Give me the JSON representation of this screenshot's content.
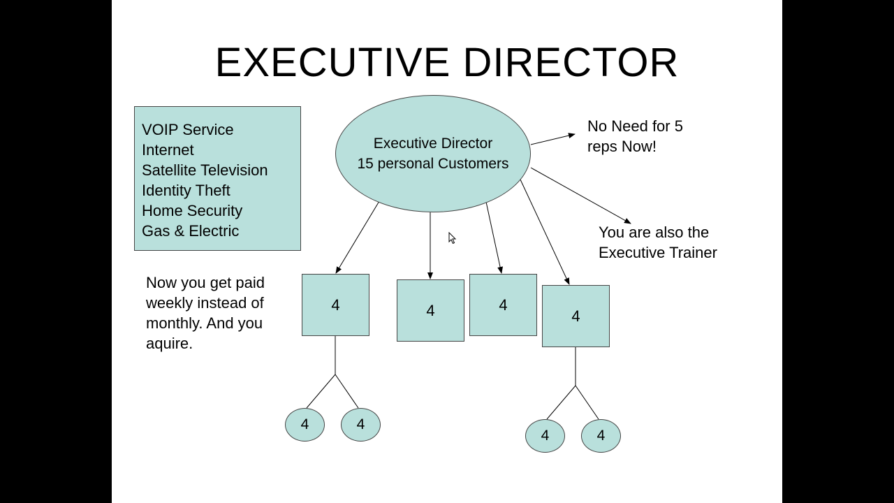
{
  "slide": {
    "title": "EXECUTIVE DIRECTOR",
    "services": [
      "VOIP Service",
      "Internet",
      "Satellite Television",
      "Identity Theft",
      "Home Security",
      "Gas & Electric"
    ],
    "center_node": {
      "line1": "Executive Director",
      "line2": "15 personal Customers"
    },
    "note_reps": {
      "line1": "No Need for 5",
      "line2": "reps Now!"
    },
    "note_trainer": {
      "line1": "You are also the",
      "line2": "Executive Trainer"
    },
    "note_paid": [
      "Now you get paid",
      "weekly instead of",
      "monthly. And you",
      "aquire."
    ],
    "boxes": [
      "4",
      "4",
      "4",
      "4"
    ],
    "sub_nodes": [
      "4",
      "4",
      "4",
      "4"
    ]
  }
}
